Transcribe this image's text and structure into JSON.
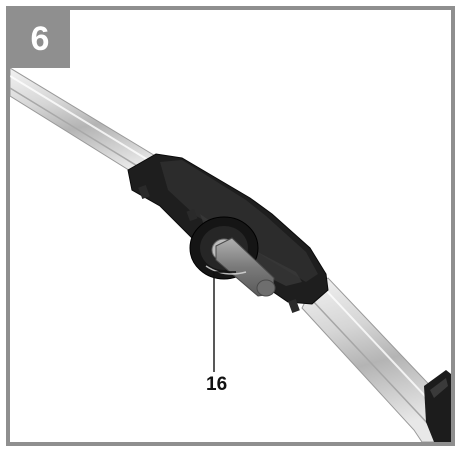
{
  "figure": {
    "number": "6",
    "callouts": [
      {
        "label": "16",
        "target": "clamping-lever"
      }
    ]
  },
  "colors": {
    "frame": "#8f8f8f",
    "pole_light": "#e4e4e4",
    "pole_mid": "#bdbdbd",
    "pole_dark": "#9a9a9a",
    "clamp_body": "#1e1e1e",
    "lever": "#8c8c8c"
  }
}
